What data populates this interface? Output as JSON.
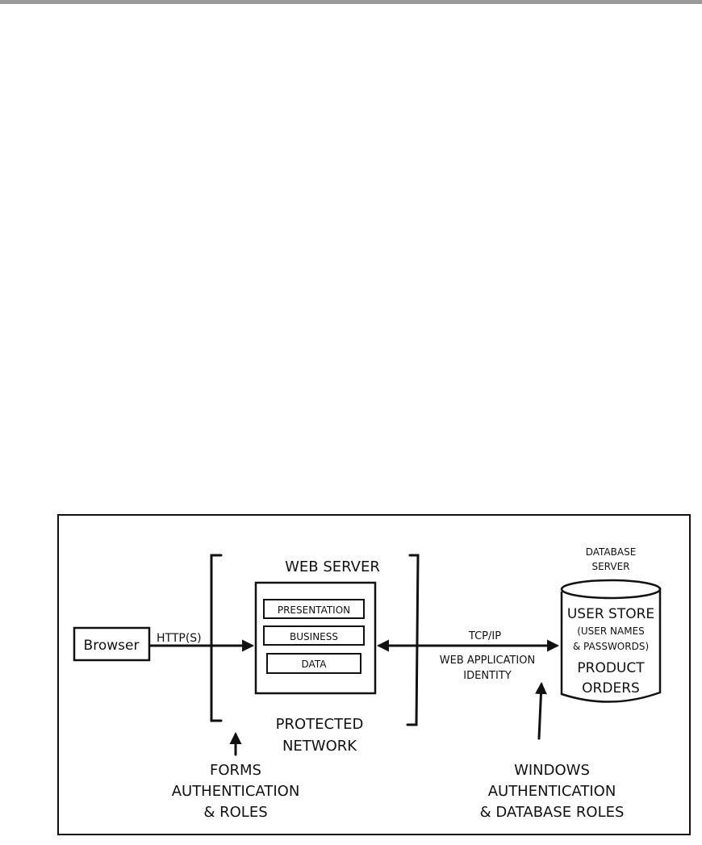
{
  "diagram": {
    "nodes": {
      "browser": "Browser",
      "web_server": "WEB SERVER",
      "layer_presentation": "PRESENTATION",
      "layer_business": "BUSINESS",
      "layer_data": "DATA",
      "protected_network": [
        "PROTECTED",
        "NETWORK"
      ],
      "database_server": [
        "DATABASE",
        "SERVER"
      ],
      "user_store": [
        "USER STORE",
        "(USER NAMES",
        "& PASSWORDS)"
      ],
      "product_orders": [
        "PRODUCT",
        "ORDERS"
      ]
    },
    "edges": {
      "browser_to_web": "HTTP(S)",
      "web_to_db_protocol": "TCP/IP",
      "web_to_db_identity": [
        "WEB APPLICATION",
        "IDENTITY"
      ]
    },
    "annotations": {
      "forms_auth": [
        "FORMS",
        "AUTHENTICATION",
        "& ROLES"
      ],
      "windows_auth": [
        "WINDOWS",
        "AUTHENTICATION",
        "& DATABASE ROLES"
      ]
    }
  }
}
